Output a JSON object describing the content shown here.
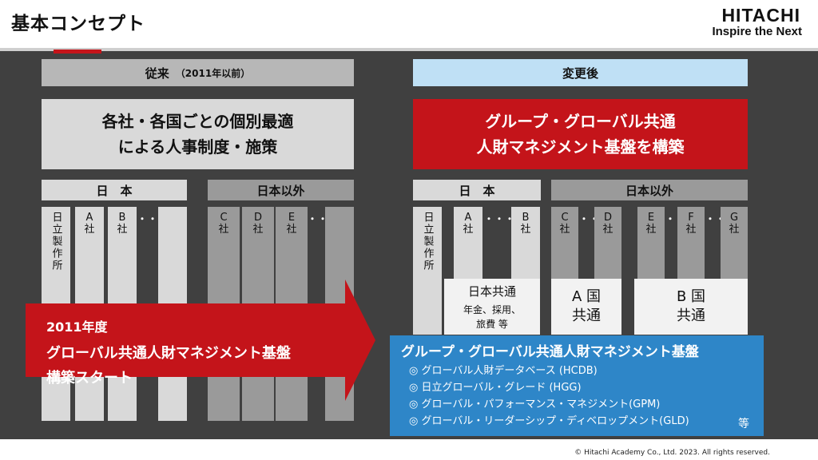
{
  "slide_title": "基本コンセプト",
  "logo": {
    "brand": "HITACHI",
    "tagline": "Inspire the Next"
  },
  "left": {
    "header_main": "従来",
    "header_sub": "（2011年以前）",
    "box_line1": "各社・各国ごとの個別最適",
    "box_line2": "による人事制度・施策",
    "japan_label": "日　本",
    "overseas_label": "日本以外",
    "col_hitachi": "日立製作所",
    "col_a": [
      "A",
      "社"
    ],
    "col_b": [
      "B",
      "社"
    ],
    "col_c": [
      "C",
      "社"
    ],
    "col_d": [
      "D",
      "社"
    ],
    "col_e": [
      "E",
      "社"
    ]
  },
  "right": {
    "header": "変更後",
    "box_line1": "グループ・グローバル共通",
    "box_line2": "人財マネジメント基盤を構築",
    "japan_label": "日　本",
    "overseas_label": "日本以外",
    "col_hitachi": "日立製作所",
    "col_a": [
      "A",
      "社"
    ],
    "col_b": [
      "B",
      "社"
    ],
    "col_c": [
      "C",
      "社"
    ],
    "col_d": [
      "D",
      "社"
    ],
    "col_e": [
      "E",
      "社"
    ],
    "col_f": [
      "F",
      "社"
    ],
    "col_g": [
      "G",
      "社"
    ],
    "japan_common_title": "日本共通",
    "japan_common_items1": "年金、採用、",
    "japan_common_items2": "旅費 等",
    "a_common": [
      "A 国",
      "共通"
    ],
    "b_common": [
      "B 国",
      "共通"
    ]
  },
  "arrow": {
    "year": "2011年度",
    "line1": "グローバル共通人財マネジメント基盤",
    "line2": "構築スタート"
  },
  "platform": {
    "title": "グループ・グローバル共通人財マネジメント基盤",
    "items": [
      "◎ グローバル人財データベース (HCDB)",
      "◎ 日立グローバル・グレード (HGG)",
      "◎ グローバル・パフォーマンス・マネジメント(GPM)",
      "◎ グローバル・リーダーシップ・ディベロップメント(GLD)"
    ],
    "etc": "等"
  },
  "copyright": "© Hitachi  Academy Co., Ltd. 2023. All rights reserved.",
  "colors": {
    "red": "#c4141a",
    "blue": "#2e86c8",
    "dark": "#404040",
    "lightblue": "#bfe0f5"
  }
}
